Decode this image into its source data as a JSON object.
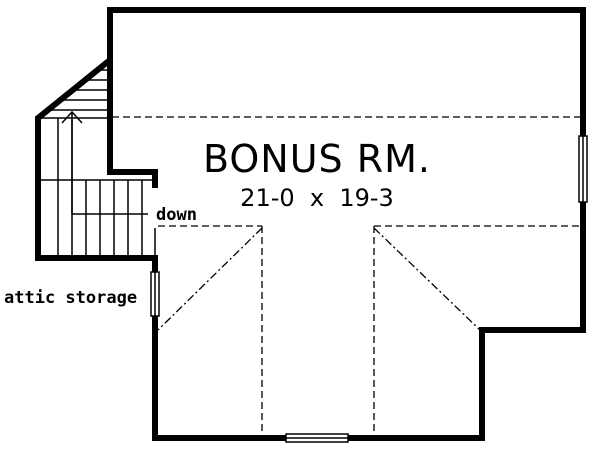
{
  "room": {
    "name": "BONUS RM.",
    "dimensions": "21-0  x  19-3"
  },
  "labels": {
    "stairs": "down",
    "storage": "attic storage"
  }
}
